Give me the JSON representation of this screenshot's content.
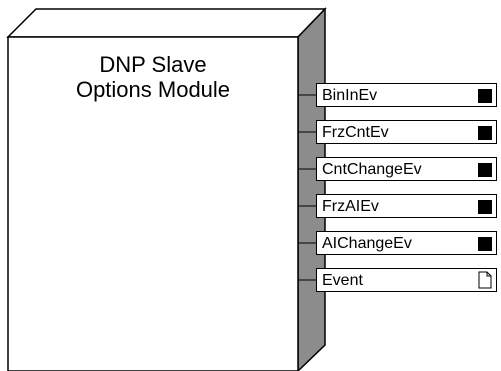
{
  "module": {
    "title_line1": "DNP Slave",
    "title_line2": "Options Module"
  },
  "ports": [
    {
      "label": "BinInEv",
      "icon": "filled-square-icon"
    },
    {
      "label": "FrzCntEv",
      "icon": "filled-square-icon"
    },
    {
      "label": "CntChangeEv",
      "icon": "filled-square-icon"
    },
    {
      "label": "FrzAIEv",
      "icon": "filled-square-icon"
    },
    {
      "label": "AIChangeEv",
      "icon": "filled-square-icon"
    },
    {
      "label": "Event",
      "icon": "document-icon"
    }
  ],
  "colors": {
    "side_face": "#8c8c8c",
    "outline": "#000000",
    "background": "#ffffff"
  }
}
